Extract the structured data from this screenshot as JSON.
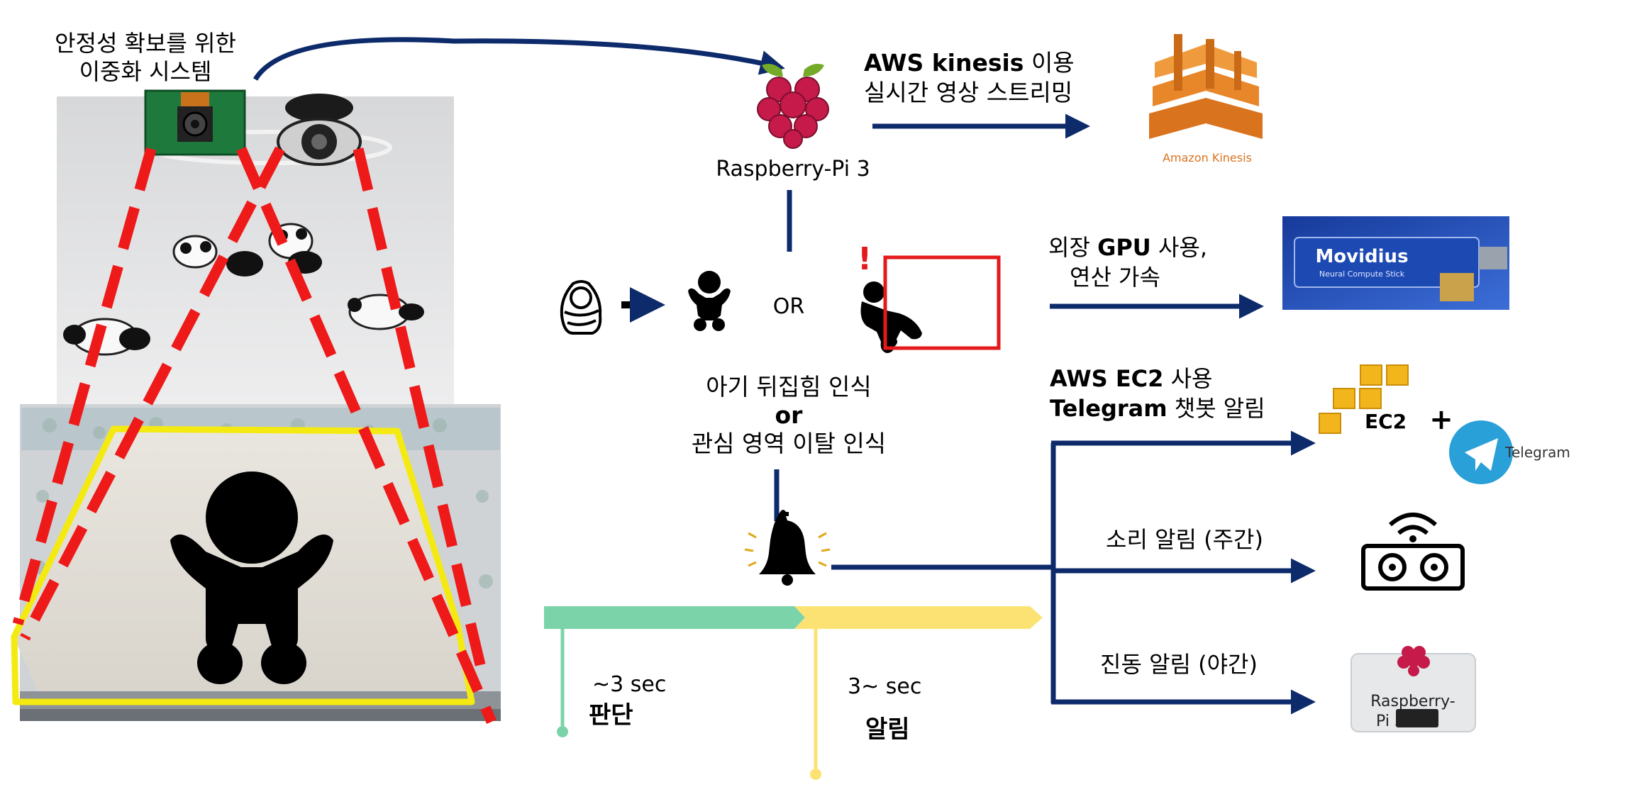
{
  "colors": {
    "arrow": "#0d2a6b",
    "laser": "#ee1a1a",
    "roi": "#f4ea12",
    "highlight_box": "#e3191c",
    "timeline_green": "#7bd3a9",
    "timeline_yellow": "#fbe273",
    "kinesis_orange": "#e8862a",
    "movidius_blue": "#2a4fb4",
    "ec2_gold": "#f2b51c",
    "telegram_blue": "#2aa0d8",
    "raspberry_red": "#c51a4a"
  },
  "icons": [
    "raspberry-pi-icon",
    "camera-module-icon",
    "webcam-icon",
    "baby-icon",
    "swaddled-baby-icon",
    "bell-icon",
    "speaker-icon",
    "amazon-kinesis-icon",
    "movidius-stick-icon",
    "ec2-cubes-icon",
    "telegram-icon"
  ],
  "labels": {
    "camera_system": [
      "안정성 확보를 위한",
      "이중화 시스템"
    ],
    "raspberry": "Raspberry-Pi 3",
    "kinesis": {
      "bold": "AWS kinesis",
      "rest": " 이용",
      "line2": "실시간 영상 스트리밍"
    },
    "kinesis_logo": "Amazon Kinesis",
    "gpu": {
      "pre": "외장 ",
      "bold": "GPU",
      "rest": " 사용,",
      "line2": "연산 가속"
    },
    "movidius": "Movidius",
    "movidius_sub": "Neural Compute Stick",
    "or": "OR",
    "exclaim": "!",
    "recognition": {
      "line1": "아기 뒤집힘 인식",
      "line2": "or",
      "line3": "관심 영역 이탈 인식"
    },
    "ec2": {
      "line1_bold": "AWS EC2",
      "line1_rest": " 사용",
      "line2_bold": "Telegram",
      "line2_rest": " 챗봇 알림"
    },
    "ec2_label": "EC2",
    "plus": "+",
    "telegram_logo": "Telegram",
    "sound": "소리 알림 (주간)",
    "vibration": "진동 알림 (야간)",
    "raspberry_small": [
      "Raspberry-",
      "Pi 3"
    ],
    "t1_time": "~3 sec",
    "t1_label": "판단",
    "t2_time": "3~ sec",
    "t2_label": "알림"
  }
}
